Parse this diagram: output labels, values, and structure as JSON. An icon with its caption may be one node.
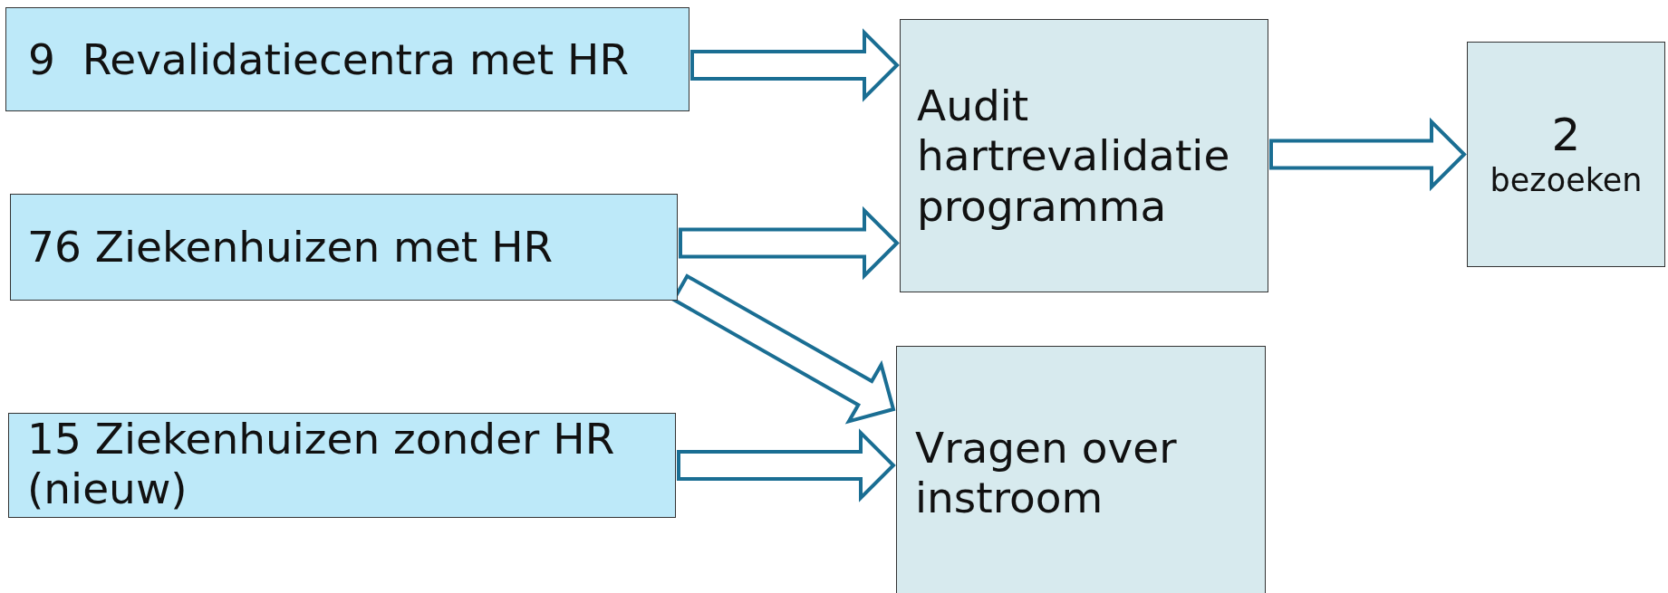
{
  "diagram": {
    "nodes": [
      {
        "text": [
          "9  Revalidatiecentra met HR"
        ]
      },
      {
        "text": [
          "76 Ziekenhuizen met HR"
        ]
      },
      {
        "text": [
          "15 Ziekenhuizen zonder HR (nieuw)"
        ]
      },
      {
        "text": [
          "Audit hartrevalidatie programma"
        ]
      },
      {
        "text": [
          "2",
          "bezoeken"
        ]
      },
      {
        "text": [
          "Vragen over instroom"
        ]
      }
    ],
    "edges": [
      {
        "from": 0,
        "to": 3,
        "arrow": "to"
      },
      {
        "from": 1,
        "to": 3,
        "arrow": "to"
      },
      {
        "from": 1,
        "to": 5,
        "arrow": "to"
      },
      {
        "from": 2,
        "to": 5,
        "arrow": "to"
      },
      {
        "from": 3,
        "to": 4,
        "arrow": "to"
      }
    ]
  }
}
